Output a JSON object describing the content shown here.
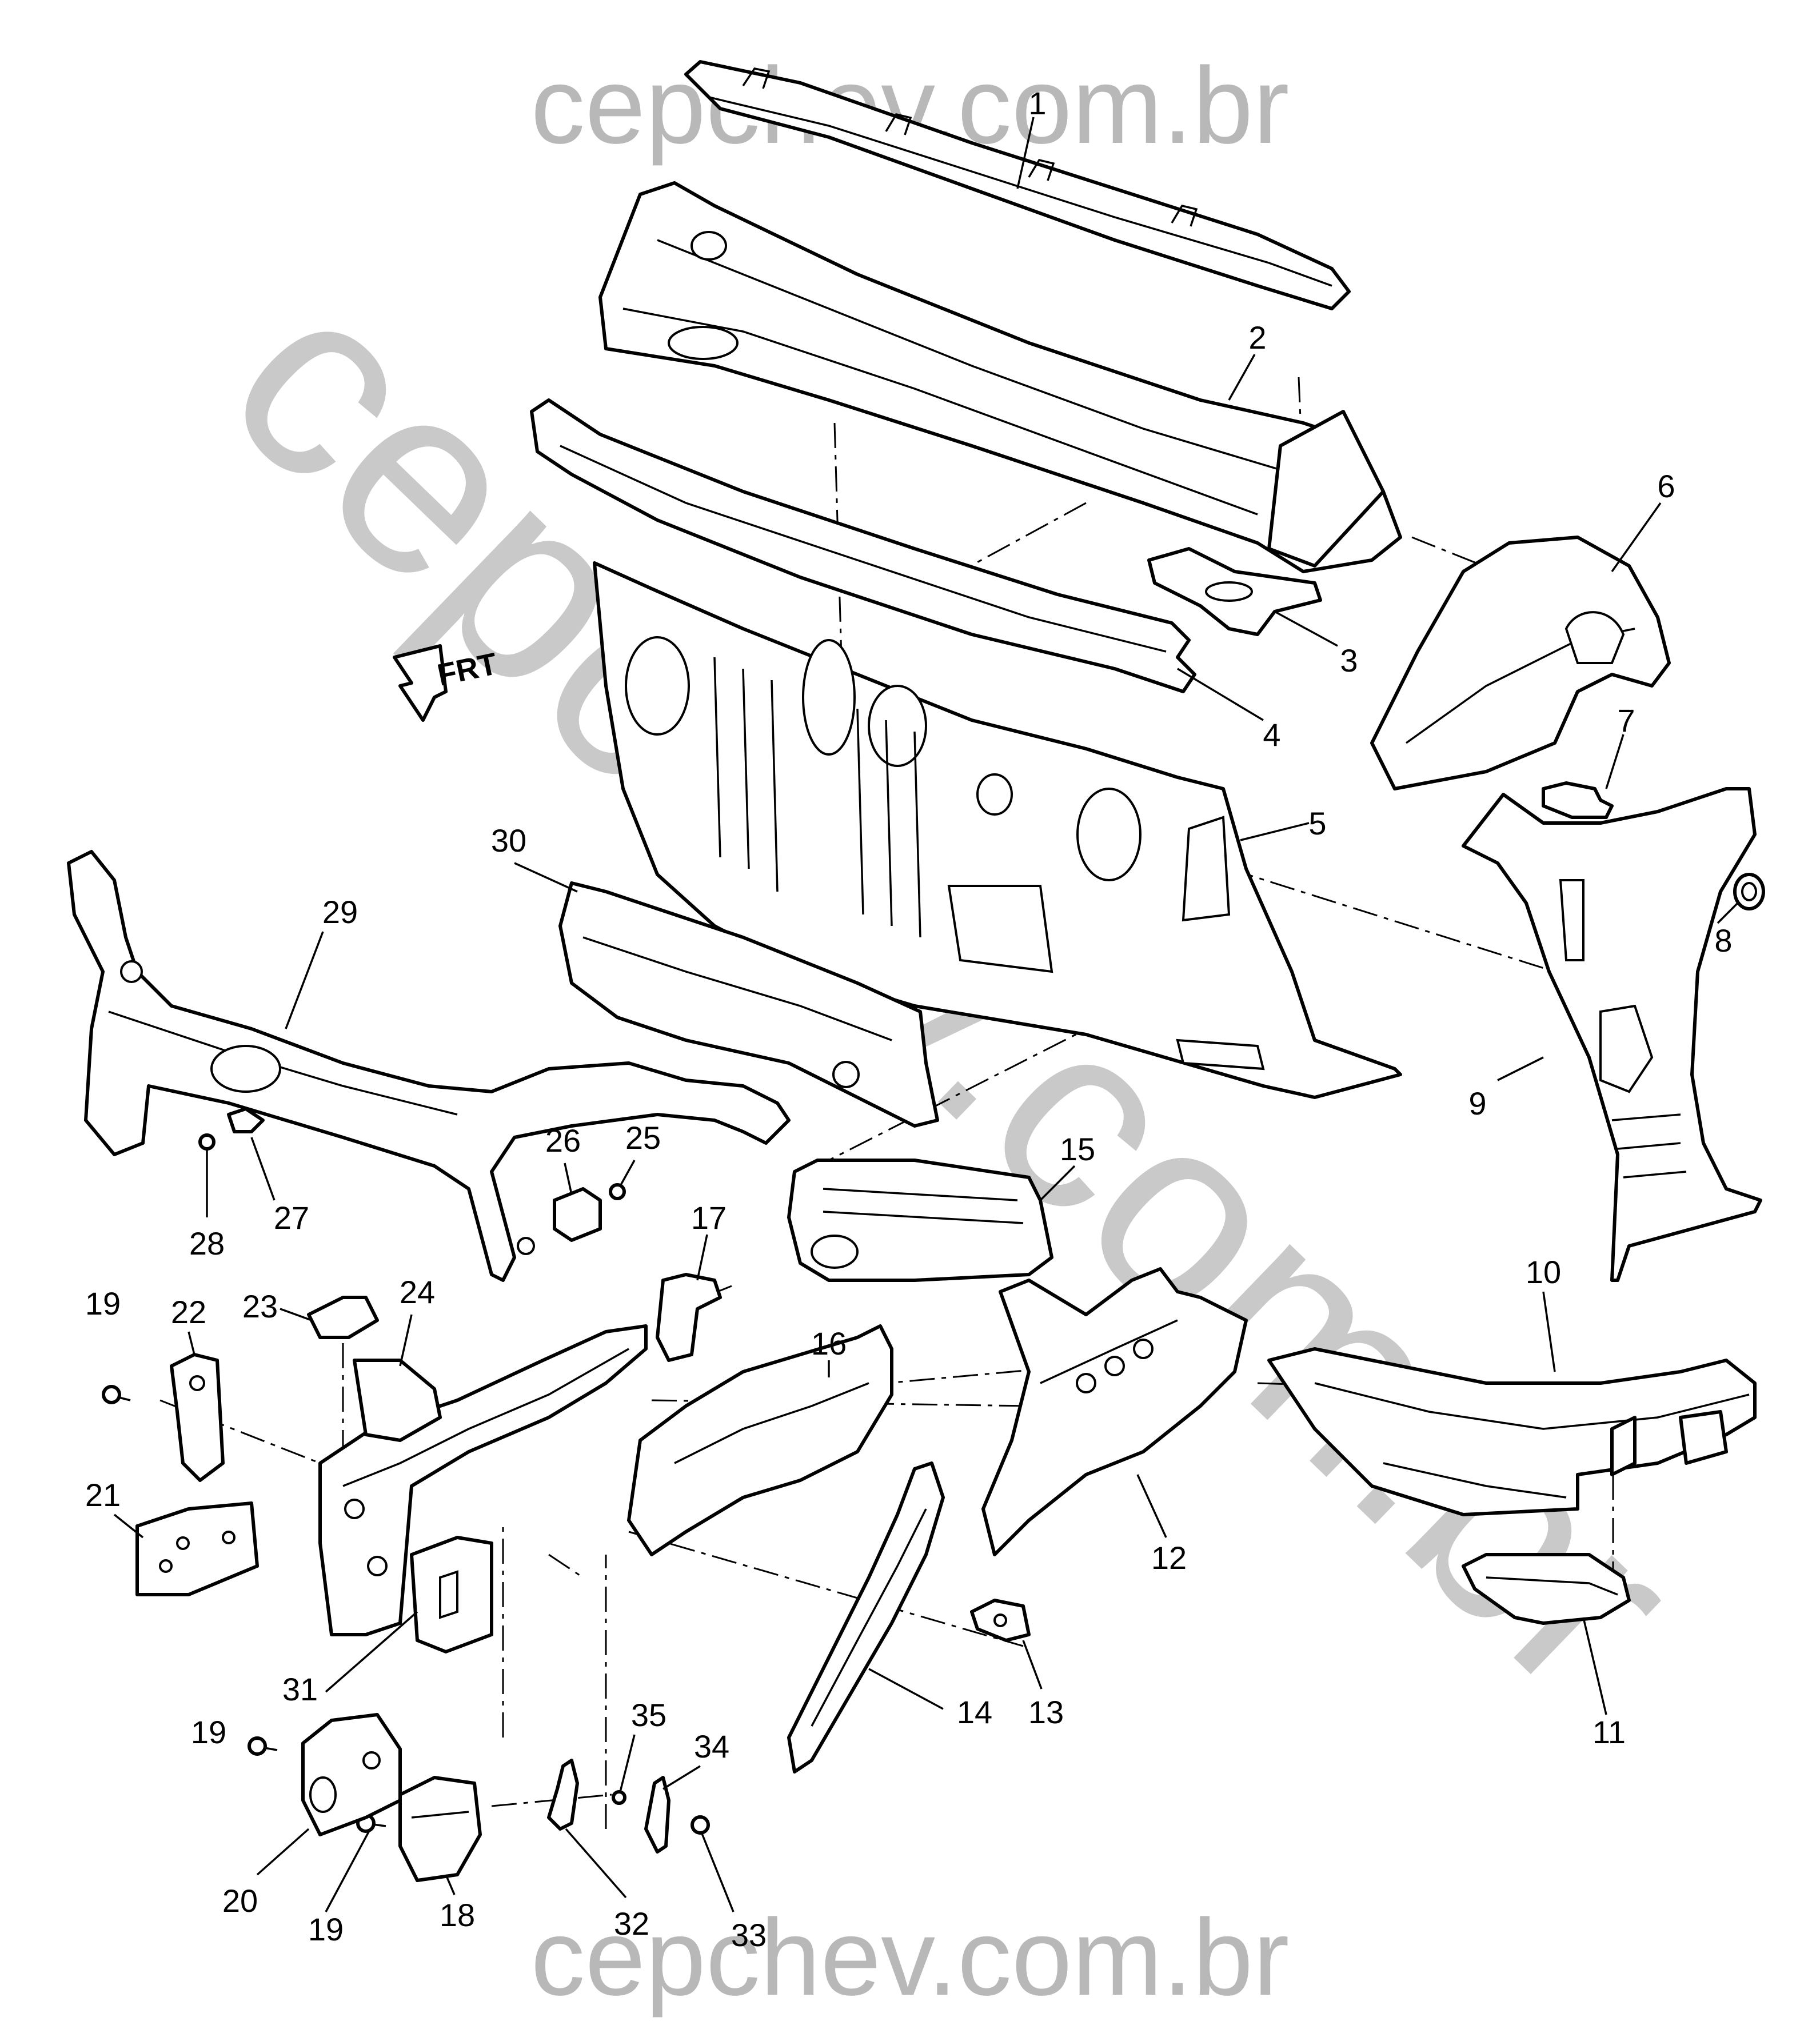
{
  "watermark": {
    "top_text": "cepchev.com.br",
    "bottom_text": "cepchev.com.br",
    "diagonal_text": "cepchev.com.br",
    "color": "#c4c4c4"
  },
  "direction_indicator": {
    "label": "FRT",
    "icon": "front-arrow-icon"
  },
  "callouts": [
    {
      "id": "c1",
      "label": "1"
    },
    {
      "id": "c2",
      "label": "2"
    },
    {
      "id": "c3",
      "label": "3"
    },
    {
      "id": "c4",
      "label": "4"
    },
    {
      "id": "c5",
      "label": "5"
    },
    {
      "id": "c6",
      "label": "6"
    },
    {
      "id": "c7",
      "label": "7"
    },
    {
      "id": "c8",
      "label": "8"
    },
    {
      "id": "c9",
      "label": "9"
    },
    {
      "id": "c10",
      "label": "10"
    },
    {
      "id": "c11",
      "label": "11"
    },
    {
      "id": "c12",
      "label": "12"
    },
    {
      "id": "c13",
      "label": "13"
    },
    {
      "id": "c14",
      "label": "14"
    },
    {
      "id": "c15",
      "label": "15"
    },
    {
      "id": "c16",
      "label": "16"
    },
    {
      "id": "c17",
      "label": "17"
    },
    {
      "id": "c18",
      "label": "18"
    },
    {
      "id": "c19a",
      "label": "19"
    },
    {
      "id": "c19b",
      "label": "19"
    },
    {
      "id": "c19c",
      "label": "19"
    },
    {
      "id": "c20",
      "label": "20"
    },
    {
      "id": "c21",
      "label": "21"
    },
    {
      "id": "c22",
      "label": "22"
    },
    {
      "id": "c23",
      "label": "23"
    },
    {
      "id": "c24",
      "label": "24"
    },
    {
      "id": "c25",
      "label": "25"
    },
    {
      "id": "c26",
      "label": "26"
    },
    {
      "id": "c27",
      "label": "27"
    },
    {
      "id": "c28",
      "label": "28"
    },
    {
      "id": "c29",
      "label": "29"
    },
    {
      "id": "c30",
      "label": "30"
    },
    {
      "id": "c31",
      "label": "31"
    },
    {
      "id": "c32",
      "label": "32"
    },
    {
      "id": "c33",
      "label": "33"
    },
    {
      "id": "c34",
      "label": "34"
    },
    {
      "id": "c35",
      "label": "35"
    }
  ]
}
